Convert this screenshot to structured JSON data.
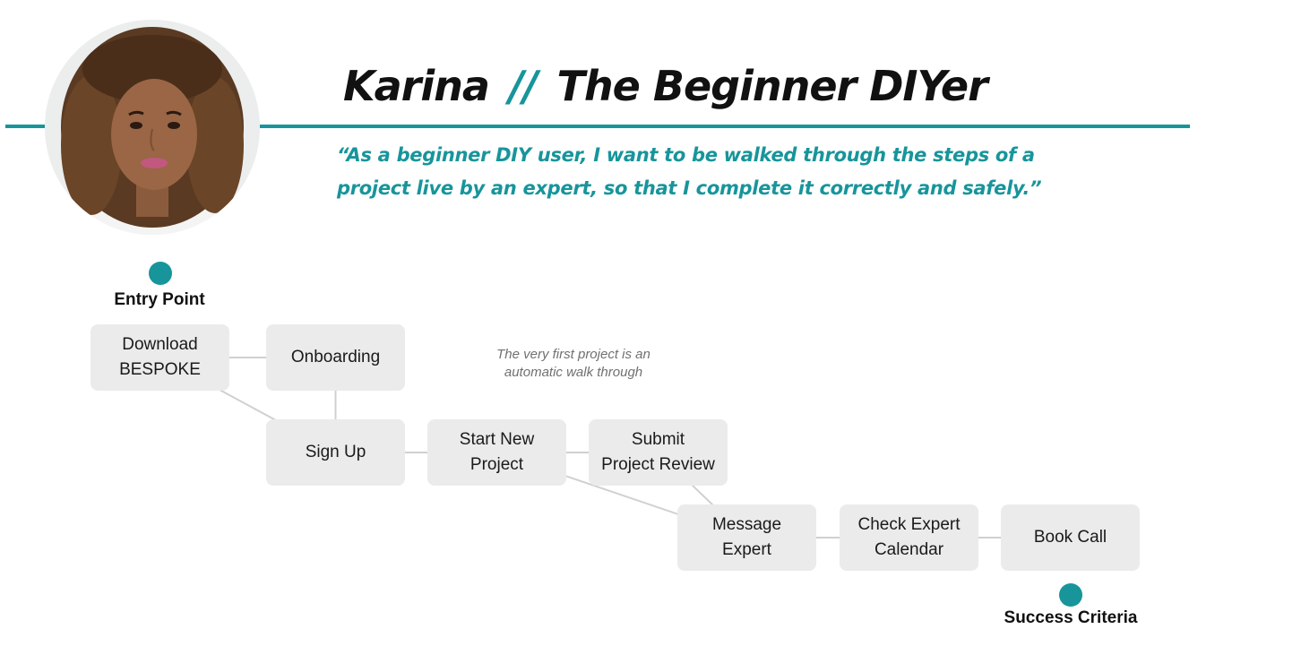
{
  "persona": {
    "name": "Karina",
    "separator": "//",
    "type": "The Beginner DIYer",
    "quote_lines": [
      "“As a beginner DIY user, I want to be walked through the steps of a",
      "project live by an expert, so that I complete it correctly and safely.”"
    ]
  },
  "flow": {
    "entry_label": "Entry Point",
    "success_label": "Success Criteria",
    "note": "The very first project is an\nautomatic walk through",
    "nodes": {
      "download": "Download\nBESPOKE",
      "onboarding": "Onboarding",
      "signup": "Sign Up",
      "start_project": "Start New\nProject",
      "submit_review": "Submit\nProject Review",
      "message_expert": "Message\nExpert",
      "check_calendar": "Check Expert\nCalendar",
      "book_call": "Book Call"
    },
    "connections": [
      [
        "download",
        "onboarding"
      ],
      [
        "download",
        "signup"
      ],
      [
        "onboarding",
        "signup"
      ],
      [
        "signup",
        "start_project"
      ],
      [
        "start_project",
        "submit_review"
      ],
      [
        "start_project",
        "message_expert"
      ],
      [
        "submit_review",
        "message_expert"
      ],
      [
        "message_expert",
        "check_calendar"
      ],
      [
        "check_calendar",
        "book_call"
      ]
    ]
  },
  "colors": {
    "accent": "#17959b",
    "node_fill": "#ebebeb",
    "connector": "#d0d0d0",
    "text": "#111111"
  }
}
